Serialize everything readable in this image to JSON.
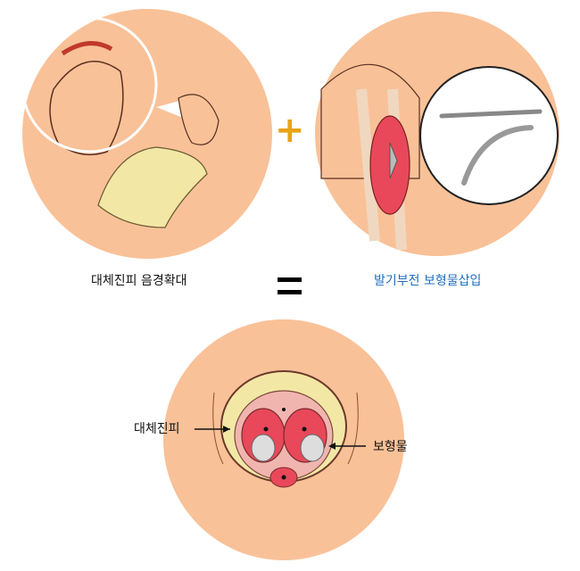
{
  "top_left": {
    "caption": "대체진피 음경확대"
  },
  "top_right": {
    "caption": "발기부전 보형물삽입"
  },
  "operators": {
    "plus": "+",
    "equals": "="
  },
  "cross_section": {
    "left_label": "대체진피",
    "right_label": "보형물"
  },
  "colors": {
    "skin": "#f9c198",
    "caption_accent": "#1f6fc0",
    "plus": "#e8a317",
    "tissue_red": "#e8485a",
    "graft_yellow": "#f3e7a6"
  }
}
